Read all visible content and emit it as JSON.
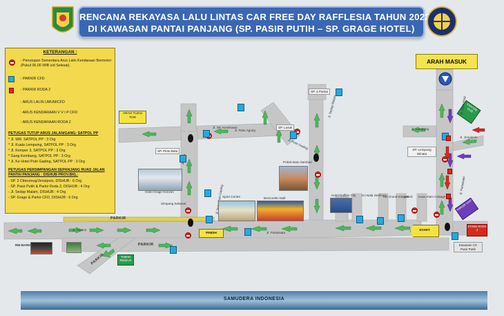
{
  "header": {
    "title_line1": "RENCANA REKAYASA LALU LINTAS CAR FREE DAY RAFFLESIA TAHUN 2022",
    "title_line2": "DI KAWASAN PANTAI PANJANG (SP. PASIR PUTIH – SP. GRAGE HOTEL)",
    "left_logo_icon": "regional-crest-icon",
    "right_logo_icon": "transport-ministry-emblem-icon"
  },
  "entrance": {
    "label": "ARAH MASUK",
    "arrow_icon": "arrow-down-icon"
  },
  "legend": {
    "title": "KETERANGAN :",
    "items": [
      {
        "icon": "no-entry-icon",
        "text": ": Penutupan Sementara Arus Lalin Kendaraan Bermotor (Pukul 06.00 WIB s/d Selesai)."
      },
      {
        "icon": "parking-blue-icon",
        "text": ": PARKIR CFD"
      },
      {
        "icon": "parking-red-icon",
        "text": ": PARKIR RODA 2"
      },
      {
        "icon": "green-arrow-icon",
        "text": ": ARUS LALIN UMUM/CFD"
      },
      {
        "icon": "purple-arrow-icon",
        "text": ": ARUS KENDARAAN V V I P CFD"
      },
      {
        "icon": "red-arrow-icon",
        "text": ": ARUS KENDARAAN RODA 2"
      }
    ],
    "satpol_heading": "PETUGAS TUTUP ARUS JALAN/GANG: SATPOL PP",
    "satpol_list": [
      "* Jl. WR. SATPOL PP : 3 Org",
      "* Jl. Kuala Lempuing, SATPOL PP : 3 Org",
      "* Jl. Kemper 3, SATPOL PP : 3 Org",
      "* Gang Kembang, SATPOL PP : 3 Org",
      "* Jl. Ke Hotel Putri Gading, SATPOL PP : 3 Org"
    ],
    "dishub_heading": "PETUGAS PERSIMPANGAN SEPANJANG RUAS JALAN PANTAI PANJANG : DISHUB PROV.BKL:",
    "dishub_list": [
      "- SP. 3 Cibeureug/Jenaipulu, DISHUB : 6 Org",
      "- SP. Pasir Putih & Parkir Roda 2, DISHUB : 4 Org",
      "- Jl. Sedap Malam, DISHUB : 4 Org",
      "- SP. Grage & Parkir CFD, DISHUB : 6 Org"
    ]
  },
  "roads": {
    "kesehatan": "Jl. SP. Kesehatan",
    "ratu_agung": "Jl. Ratu Agung",
    "sedap_malam": "Jl. Sedap Malam",
    "putri_gading": "Jl. Putri Gading",
    "nala": "Jl. Nala",
    "hotel_putri_gading": "Jl. Hotel Putri Gading",
    "cibeureug": "Jl. Cibeureug",
    "jenaipulu": "Jl. Jenaipulu",
    "lampung": "Jl. Lampung",
    "pariwisata_right": "Jl. Pariwisata",
    "pariwisata_bottom": "Jl. Pariwisata",
    "ammor": "Jl. Ammor"
  },
  "places": {
    "sp4pantai": "SP. 4 Pantai",
    "sp_lusuk": "SP. Lusuk",
    "sp_pintu_batu": "SP. Pintu Batu",
    "arah_tugu": "ARAH TUGU THR",
    "sp_lempung_winata": "SP. Lempung Winata",
    "pokok_batu_sambari": "Pokok Batu Sambari",
    "hotel_grage": "Hotel Grage Horizon",
    "simpang_selamat": "Simpang Selamat",
    "sport_centre": "Sport Centre",
    "bencoolen_mall": "Bencoolen Mall",
    "hotel_raffles": "Hotel Raffles City",
    "nala_seafood": "HJ Nala Seafood",
    "hill_grand": "Hill Grand Integrated",
    "mk_restaurant": "MK",
    "kaos_alam": "Kaos Alam Cottage",
    "kawasan_ck": "Kawasan CK Pasir Putih",
    "rm_marola": "RM MAROLA",
    "kantor_green": "KANTOR GUB",
    "stand_red": "STAND RODA 2",
    "vvip_purple": "PARKIR VVIP",
    "taman_green_small": "TAMAN REMAJA"
  },
  "markers": {
    "finish": "FINISH",
    "start": "START",
    "parkir_top": "PARKIR",
    "parkir_mid": "PARKIR",
    "parkir_diag": "PARKIR"
  },
  "sea": {
    "label": "SAMUDERA INDONESIA"
  },
  "colors": {
    "title_bg": "#3a67b4",
    "legend_bg": "#f2d94e",
    "road": "#c9c9c9",
    "arrow_green": "#4cb85a",
    "arrow_purple": "#6d3fb8",
    "arrow_red": "#d62a20",
    "parking_blue": "#29a8de"
  }
}
